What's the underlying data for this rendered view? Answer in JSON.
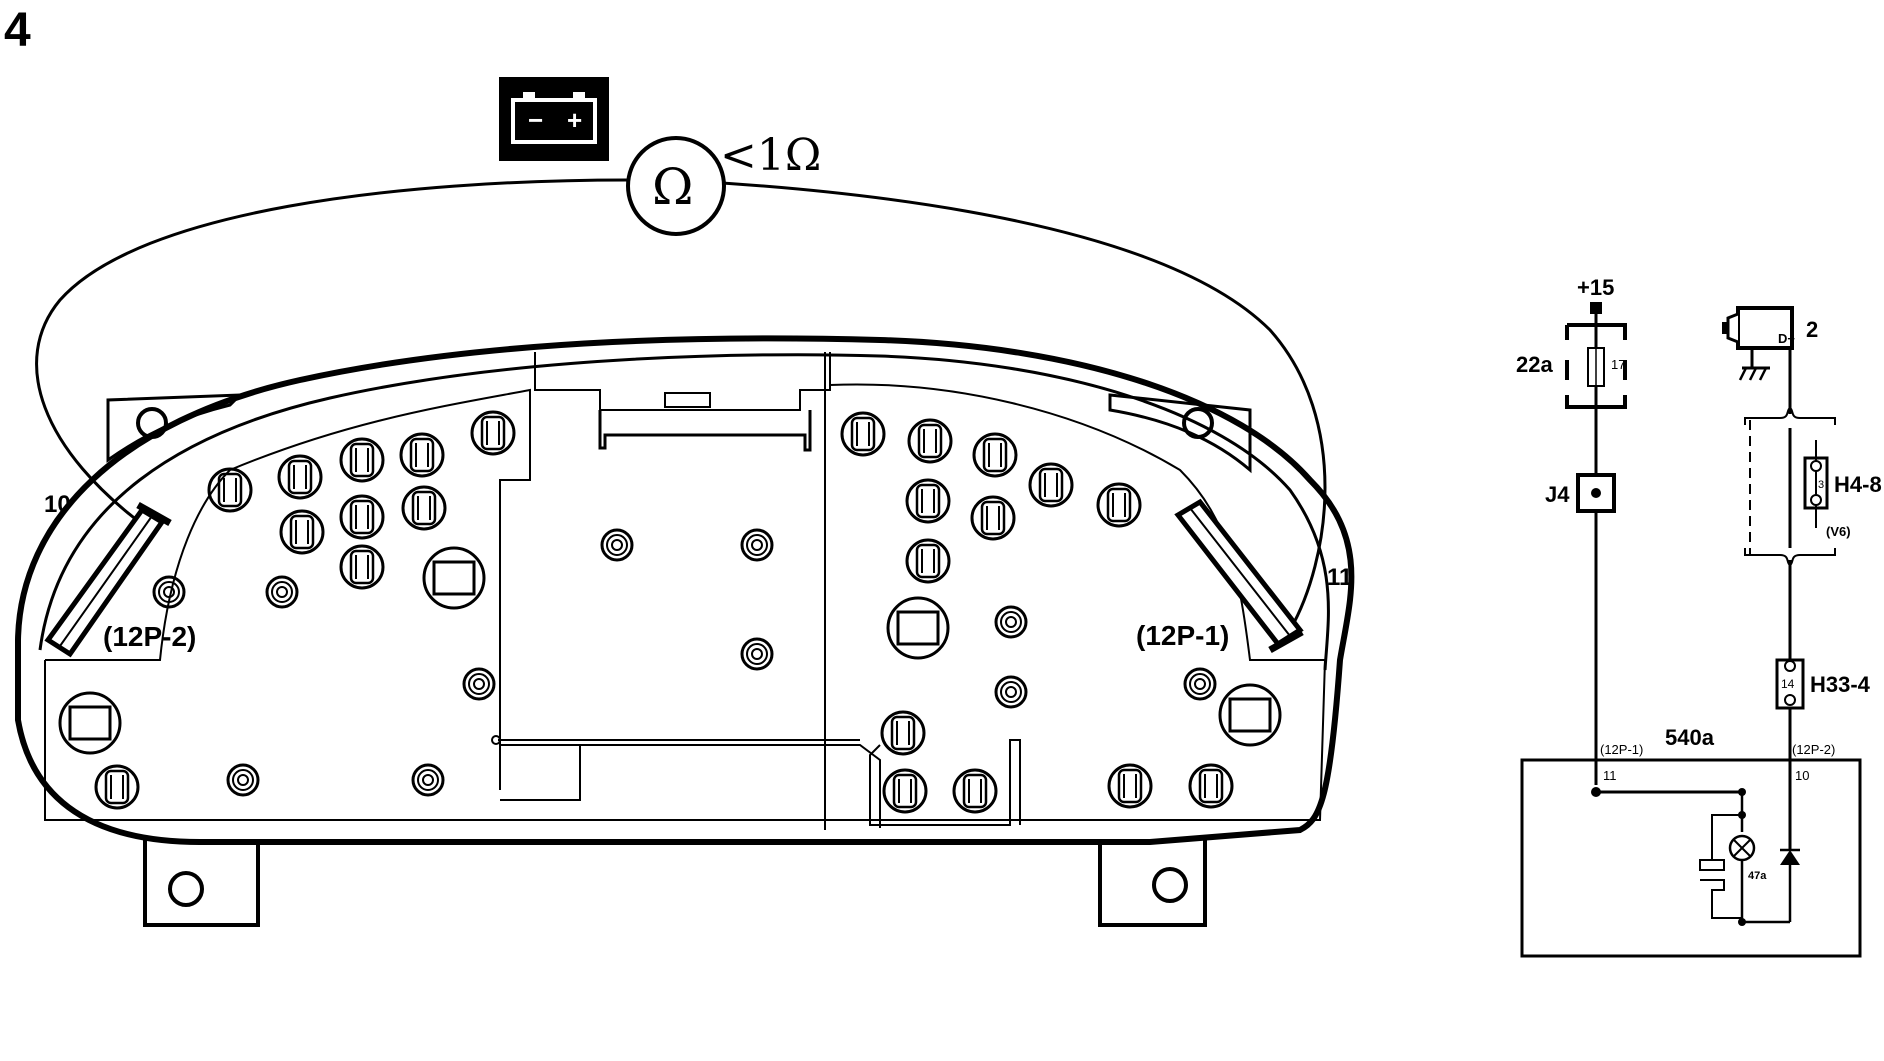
{
  "figure": {
    "step_number": "4"
  },
  "meter": {
    "symbol": "Ω",
    "reading": "<1Ω"
  },
  "battery": {
    "icon": "battery-icon",
    "minus": "−",
    "plus": "+"
  },
  "cluster": {
    "pin_left": "10",
    "pin_right": "11",
    "connector_left": "(12P-2)",
    "connector_right": "(12P-1)"
  },
  "schematic": {
    "supply": "+15",
    "fuse_box": "22a",
    "fuse_number": "17",
    "junction": "J4",
    "alternator_number": "2",
    "alternator_terminal": "D+",
    "connector_h4": "H4-8",
    "connector_h4_pin": "3",
    "connector_h4_note": "(V6)",
    "connector_h33": "H33-4",
    "connector_h33_pin": "14",
    "module": "540a",
    "module_conn_left": "(12P-1)",
    "module_conn_right": "(12P-2)",
    "module_pin_left": "11",
    "module_pin_right": "10",
    "lamp": "47a"
  }
}
